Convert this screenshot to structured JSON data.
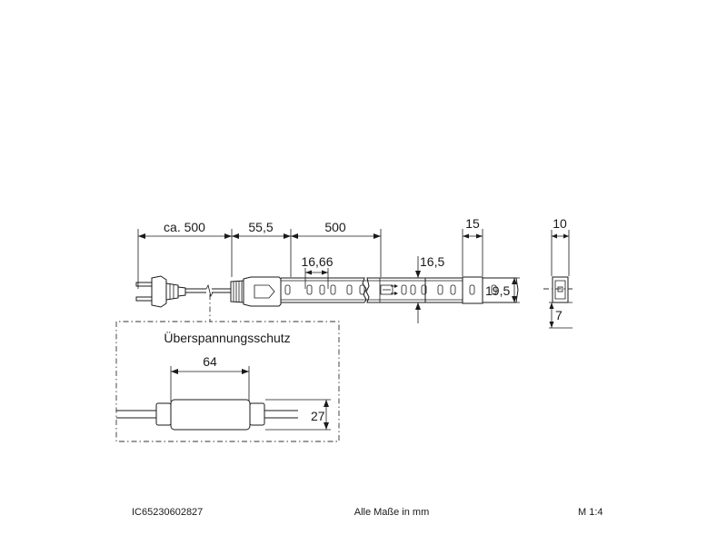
{
  "dimensions": {
    "cable_length": "ca. 500",
    "plug_to_strip": "55,5",
    "segment_length": "500",
    "led_pitch": "16,66",
    "strip_width_inner": "16,5",
    "end_cap_length": "15",
    "strip_height": "19,5",
    "profile_width": "10",
    "profile_height": "7",
    "protector_length": "64",
    "protector_height": "27"
  },
  "labels": {
    "surge_protection": "Überspannungsschutz"
  },
  "footer": {
    "article_number": "IC65230602827",
    "units_note": "Alle Maße in mm",
    "scale": "M 1:4"
  }
}
